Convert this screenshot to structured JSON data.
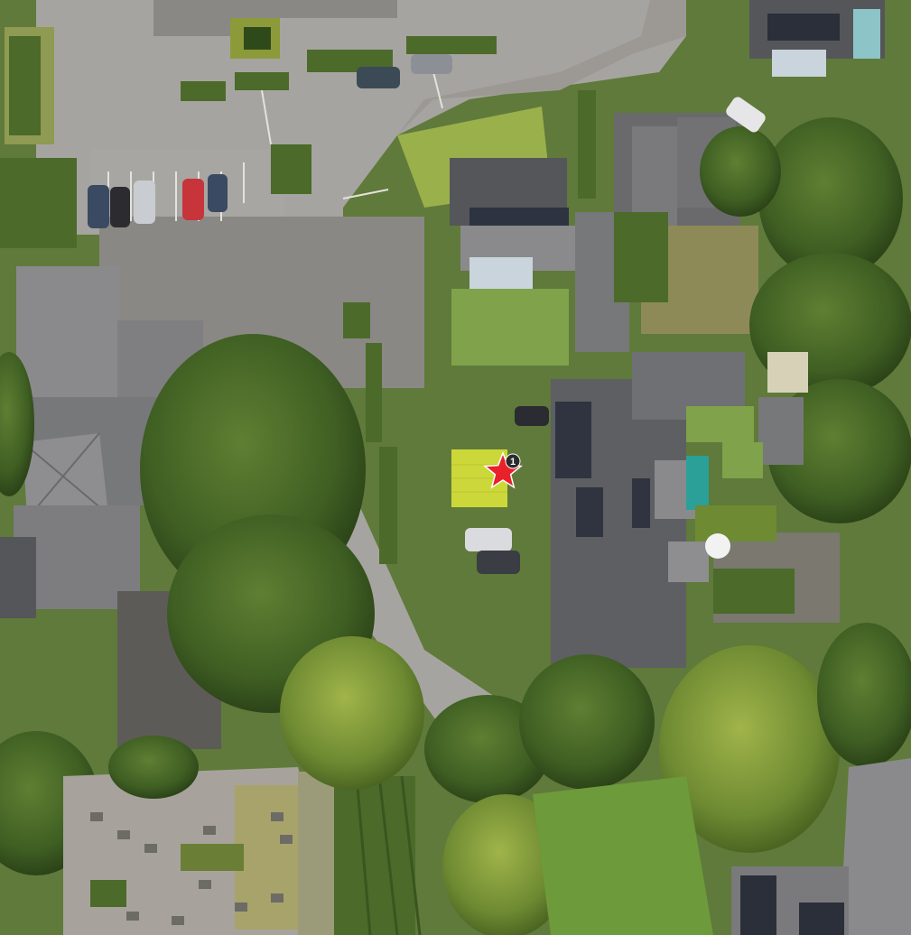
{
  "map": {
    "view": "aerial",
    "colors": {
      "pavement": "#a6a4a0",
      "road": "#a39f9a",
      "roof_dark": "#55565a",
      "roof_grey": "#77787a",
      "roof_light": "#8d8d8f",
      "grass": "#7fa24a",
      "tree": "#3f5f23",
      "tree_light": "#6e8a32",
      "hedge": "#4c6a2a",
      "highlight_area": "#d8e23a",
      "marker_fill": "#e8212b",
      "marker_stroke": "#ffffff"
    },
    "marker": {
      "label": "1",
      "icon": "star-icon"
    },
    "highlight": {
      "icon": "parcel-highlight"
    }
  }
}
